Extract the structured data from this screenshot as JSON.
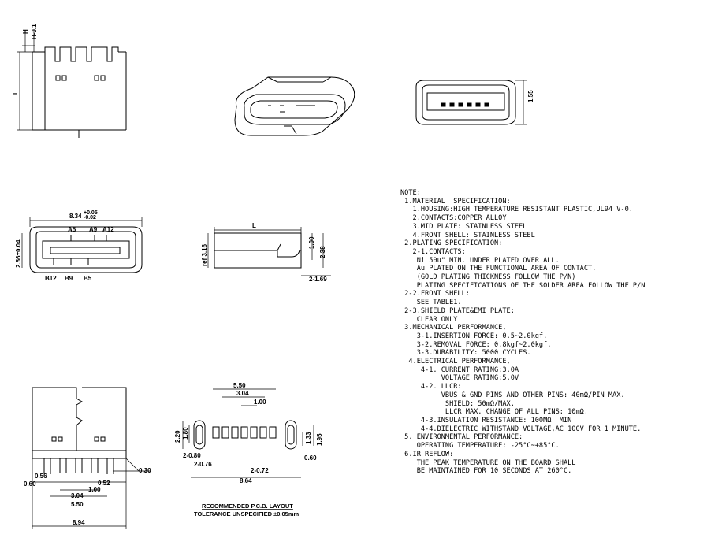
{
  "drawing": {
    "side_view_dims": {
      "h": "H",
      "h01": "H-0.1",
      "l": "L"
    },
    "top_right_dims": {
      "d155": "1.55"
    },
    "front_view_dims": {
      "width": "8.34",
      "width_tol_plus": "+0.05",
      "width_tol_minus": "-0.02",
      "height": "2.56±0.04",
      "pin_a5": "A5",
      "pin_a9": "A9",
      "pin_a12": "A12",
      "pin_b12": "B12",
      "pin_b9": "B9",
      "pin_b5": "B5"
    },
    "mid_side_dims": {
      "l": "L",
      "ref": "ref 3.16",
      "d100": "1.00",
      "d238": "2.38",
      "d169": "2-1.69"
    },
    "bottom_left_dims": {
      "d056": "0.56",
      "d060": "0.60",
      "d052": "0.52",
      "d100": "1.00",
      "d304": "3.04",
      "d550": "5.50",
      "d894": "8.94",
      "d030": "0.30"
    },
    "pcb_dims": {
      "d550": "5.50",
      "d304": "3.04",
      "d100": "1.00",
      "d220": "2.20",
      "d180": "1.80",
      "d080": "2-0.80",
      "d076": "2-0.76",
      "d072": "2-0.72",
      "d864": "8.64",
      "d133": "1.33",
      "d195": "1.95",
      "d060": "0.60"
    },
    "pcb_caption": "RECOMMENDED   P.C.B. LAYOUT",
    "pcb_tolerance": "TOLERANCE UNSPECIFIED ±0.05mm"
  },
  "notes": [
    "NOTE:",
    " 1.MATERIAL  SPECIFICATION:",
    "   1.HOUSING:HIGH TEMPERATURE RESISTANT PLASTIC,UL94 V-0.",
    "   2.CONTACTS:COPPER ALLOY",
    "   3.MID PLATE: STAINLESS STEEL",
    "   4.FRONT SHELL: STAINLESS STEEL",
    " 2.PLATING SPECIFICATION:",
    "   2-1.CONTACTS:",
    "    Ni 50u\" MIN. UNDER PLATED OVER ALL.",
    "    Au PLATED ON THE FUNCTIONAL AREA OF CONTACT.",
    "    (GOLD PLATING THICKNESS FOLLOW THE P/N)",
    "    PLATING SPECIFICATIONS OF THE SOLDER AREA FOLLOW THE P/N",
    " 2-2.FRONT SHELL:",
    "    SEE TABLE1.",
    " 2-3.SHIELD PLATE&EMI PLATE:",
    "    CLEAR ONLY",
    " 3.MECHANICAL PERFORMANCE,",
    "    3-1.INSERTION FORCE: 0.5~2.0kgf.",
    "    3-2.REMOVAL FORCE: 0.8kgf~2.0kgf.",
    "    3-3.DURABILITY: 5000 CYCLES.",
    "  4.ELECTRICAL PERFORMANCE,",
    "     4-1. CURRENT RATING:3.0A",
    "          VOLTAGE RATING:5.0V",
    "     4-2. LLCR:",
    "          VBUS & GND PINS AND OTHER PINS: 40mΩ/PIN MAX.",
    "           SHIELD: 50mΩ/MAX.",
    "           LLCR MAX. CHANGE OF ALL PINS: 10mΩ.",
    "     4-3.INSULATION RESISTANCE: 100MΩ  MIN",
    "     4-4.DIELECTRIC WITHSTAND VOLTAGE,AC 100V FOR 1 MINUTE.",
    " 5. ENVIRONMENTAL PERFORMANCE:",
    "    OPERATING TEMPERATURE: -25°C~+85°C.",
    " 6.IR REFLOW:",
    "    THE PEAK TEMPERATURE ON THE BOARD SHALL",
    "    BE MAINTAINED FOR 10 SECONDS AT 260°C."
  ]
}
